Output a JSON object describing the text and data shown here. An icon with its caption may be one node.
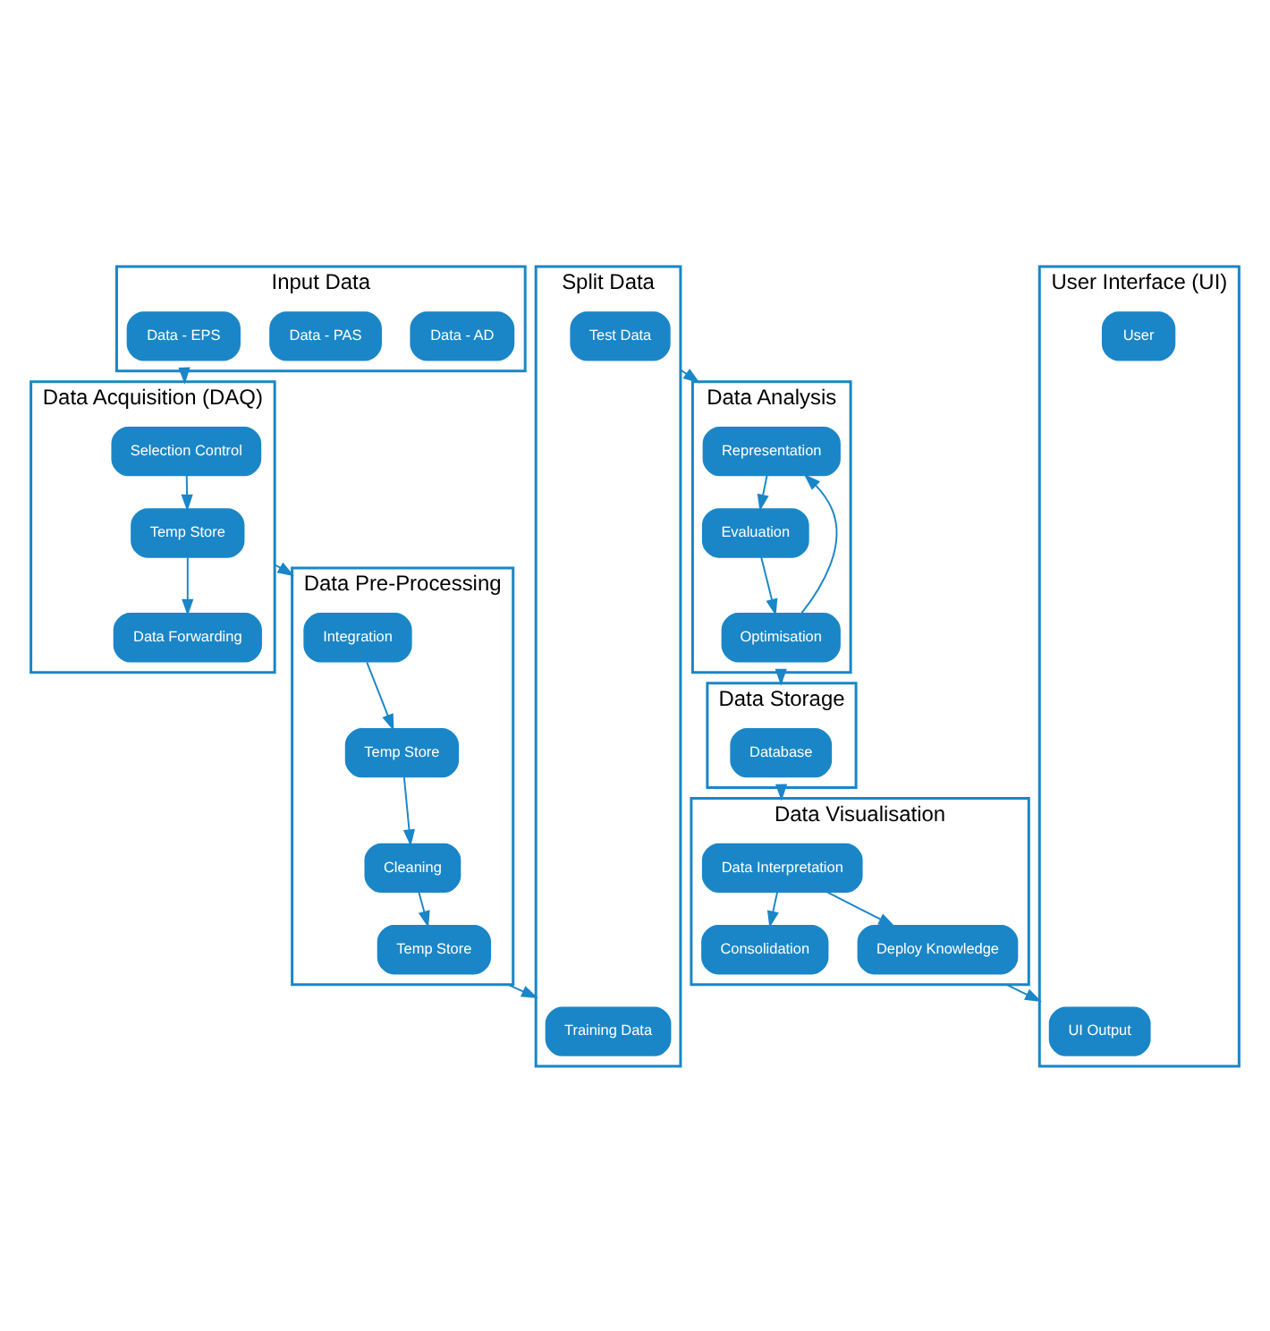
{
  "diagram": {
    "nodes": [
      {
        "text": [
          "Input Data"
        ]
      },
      {
        "text": [
          "Data - AD"
        ],
        "in": 0
      },
      {
        "text": [
          "Data - PAS"
        ],
        "in": 0
      },
      {
        "text": [
          "Data - EPS"
        ],
        "in": 0
      },
      {
        "text": [
          "Data Acquisition (DAQ)"
        ]
      },
      {
        "text": [
          "Selection Control"
        ],
        "in": 4
      },
      {
        "text": [
          "Data Forwarding"
        ],
        "in": 4
      },
      {
        "text": [
          "Temp Store"
        ],
        "in": 4
      },
      {
        "text": [
          "Data Pre-Processing"
        ]
      },
      {
        "text": [
          "Integration"
        ],
        "in": 8
      },
      {
        "text": [
          "Cleaning"
        ],
        "in": 8
      },
      {
        "text": [
          "Temp Store"
        ],
        "in": 8
      },
      {
        "text": [
          "Temp Store"
        ],
        "in": 8
      },
      {
        "text": [
          "Split Data"
        ]
      },
      {
        "text": [
          "Training Data"
        ],
        "in": 13
      },
      {
        "text": [
          "Test Data"
        ],
        "in": 13
      },
      {
        "text": [
          "Data Analysis"
        ]
      },
      {
        "text": [
          "Representation"
        ],
        "in": 16
      },
      {
        "text": [
          "Evaluation"
        ],
        "in": 16
      },
      {
        "text": [
          "Optimisation"
        ],
        "in": 16
      },
      {
        "text": [
          "Data Storage"
        ]
      },
      {
        "text": [
          "Database"
        ],
        "in": 20
      },
      {
        "text": [
          "Data Visualisation"
        ]
      },
      {
        "text": [
          "Data Interpretation"
        ],
        "in": 22
      },
      {
        "text": [
          "Consolidation"
        ],
        "in": 22
      },
      {
        "text": [
          "Deploy Knowledge"
        ],
        "in": 22
      },
      {
        "text": [
          "User Interface (UI)"
        ]
      },
      {
        "text": [
          "UI Output"
        ],
        "in": 26
      },
      {
        "text": [
          "User"
        ],
        "in": 26
      }
    ],
    "edges": [
      {
        "from": 0,
        "to": 4,
        "arrow": "to"
      },
      {
        "from": 5,
        "to": 7,
        "arrow": "to"
      },
      {
        "from": 7,
        "to": 6,
        "arrow": "to"
      },
      {
        "from": 4,
        "to": 8,
        "arrow": "to"
      },
      {
        "from": 9,
        "to": 11,
        "arrow": "to"
      },
      {
        "from": 11,
        "to": 10,
        "arrow": "to"
      },
      {
        "from": 10,
        "to": 12,
        "arrow": "to"
      },
      {
        "from": 8,
        "to": 13,
        "arrow": "to"
      },
      {
        "from": 13,
        "to": 16,
        "arrow": "to"
      },
      {
        "from": 17,
        "to": 18,
        "arrow": "to"
      },
      {
        "from": 18,
        "to": 19,
        "arrow": "to"
      },
      {
        "from": 19,
        "to": 17,
        "arrow": "to"
      },
      {
        "from": 16,
        "to": 20,
        "arrow": "to"
      },
      {
        "from": 20,
        "to": 22,
        "arrow": "to"
      },
      {
        "from": 23,
        "to": 24,
        "arrow": "to"
      },
      {
        "from": 23,
        "to": 25,
        "arrow": "to"
      },
      {
        "from": 22,
        "to": 26,
        "arrow": "to"
      }
    ]
  }
}
